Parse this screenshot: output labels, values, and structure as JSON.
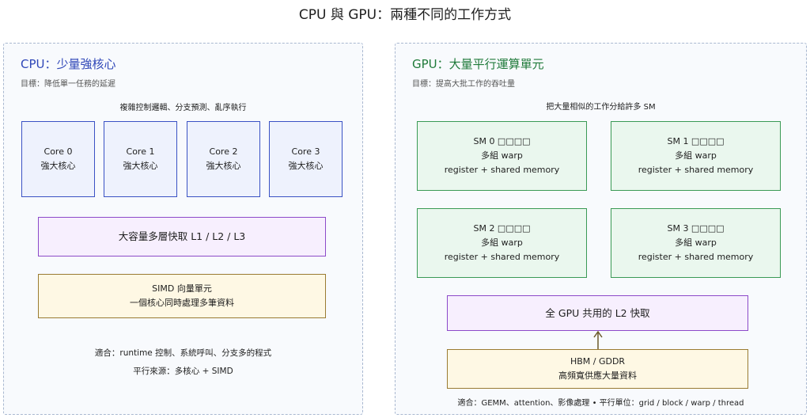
{
  "title": "CPU 與 GPU：兩種不同的工作方式",
  "cpu": {
    "title": "CPU：少量強核心",
    "subtitle": "目標：降低單一任務的延遲",
    "caption": "複雜控制邏輯、分支預測、亂序執行",
    "cores": [
      {
        "name": "Core 0",
        "desc": "強大核心"
      },
      {
        "name": "Core 1",
        "desc": "強大核心"
      },
      {
        "name": "Core 2",
        "desc": "強大核心"
      },
      {
        "name": "Core 3",
        "desc": "強大核心"
      }
    ],
    "cache": "大容量多層快取 L1 / L2 / L3",
    "simd": {
      "title": "SIMD 向量單元",
      "desc": "一個核心同時處理多筆資料"
    },
    "footer_use": "適合：runtime 控制、系統呼叫、分支多的程式",
    "footer_parallel": "平行來源：多核心 + SIMD"
  },
  "gpu": {
    "title": "GPU：大量平行運算單元",
    "subtitle": "目標：提高大批工作的吞吐量",
    "caption": "把大量相似的工作分給許多 SM",
    "sms": [
      {
        "name": "SM 0 □□□□",
        "line1": "多組 warp",
        "line2": "register + shared memory"
      },
      {
        "name": "SM 1 □□□□",
        "line1": "多組 warp",
        "line2": "register + shared memory"
      },
      {
        "name": "SM 2 □□□□",
        "line1": "多組 warp",
        "line2": "register + shared memory"
      },
      {
        "name": "SM 3 □□□□",
        "line1": "多組 warp",
        "line2": "register + shared memory"
      }
    ],
    "cache": "全 GPU 共用的 L2 快取",
    "hbm": {
      "title": "HBM / GDDR",
      "desc": "高頻寬供應大量資料"
    },
    "footer": "適合：GEMM、attention、影像處理 • 平行單位：grid / block / warp / thread"
  },
  "colors": {
    "cpu_accent": "#2f47b8",
    "gpu_accent": "#1f7a3a",
    "core_border": "#3a52c4",
    "sm_border": "#3a9a55",
    "cache_border": "#8c4ac9",
    "gold_border": "#9a7b32"
  }
}
